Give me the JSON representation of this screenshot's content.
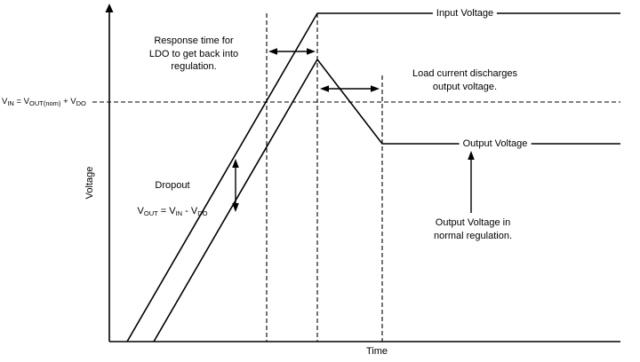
{
  "figure": {
    "background": "#ffffff",
    "line_color": "#000000",
    "axes": {
      "y_label": "Voltage",
      "x_label": "Time"
    },
    "lines": {
      "input_label": "Input Voltage",
      "output_label": "Output Voltage"
    },
    "threshold_label": [
      {
        "t": "V"
      },
      {
        "t": "IN",
        "sub": true
      },
      {
        "t": " = V"
      },
      {
        "t": "OUT(nom)",
        "sub": true
      },
      {
        "t": " + V"
      },
      {
        "t": "DO",
        "sub": true
      }
    ],
    "annotations": {
      "response": "Response time for\nLDO to get back into\nregulation.",
      "load": "Load current discharges\noutput voltage.",
      "dropout_title": "Dropout",
      "dropout_formula": [
        {
          "t": "V"
        },
        {
          "t": "OUT",
          "sub": true
        },
        {
          "t": " = V"
        },
        {
          "t": "IN",
          "sub": true
        },
        {
          "t": " - V"
        },
        {
          "t": "DO",
          "sub": true
        }
      ],
      "normal": "Output Voltage in\nnormal regulation."
    }
  }
}
